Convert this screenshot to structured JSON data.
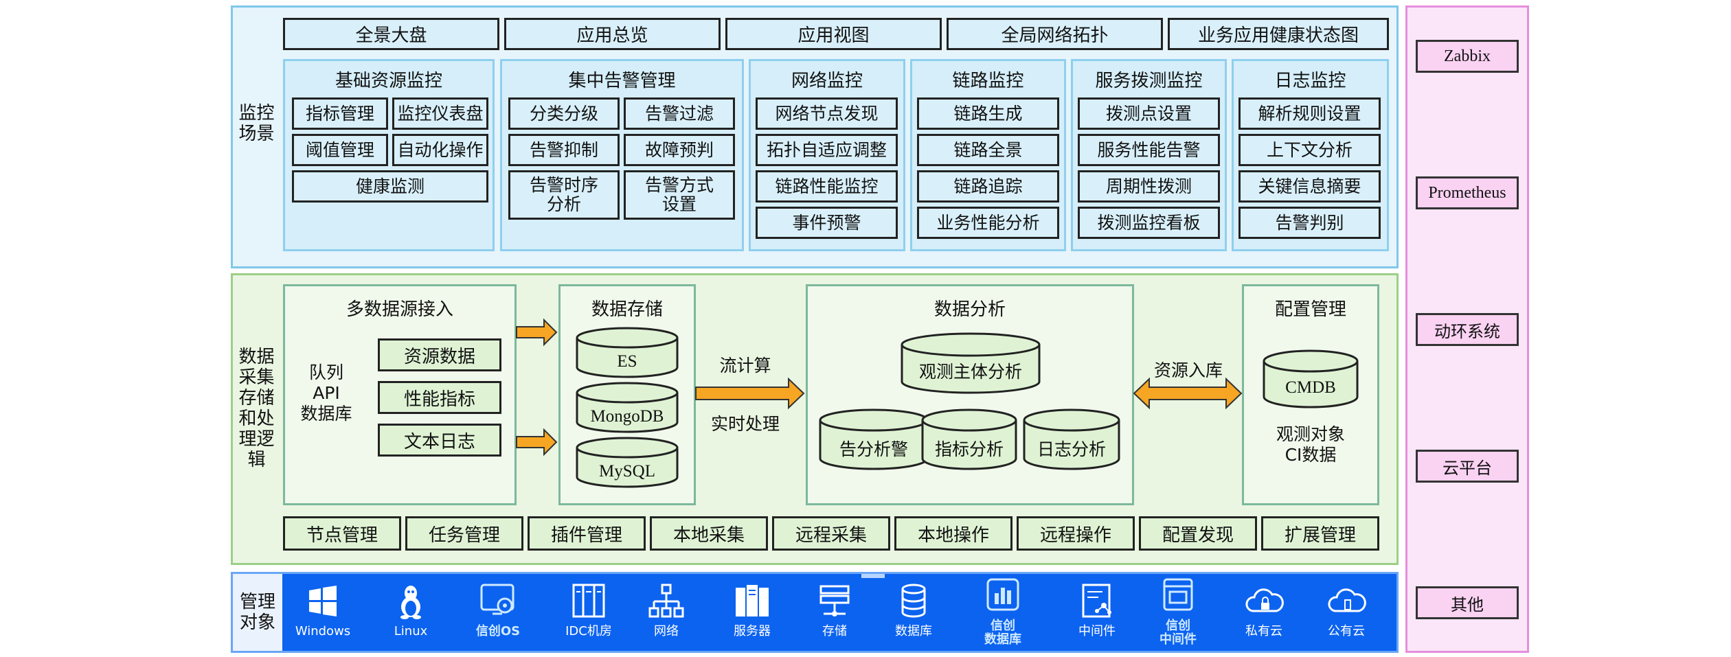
{
  "monitor": {
    "label": "监控\n场景",
    "nav": [
      "全景大盘",
      "应用总览",
      "应用视图",
      "全局网络拓扑",
      "业务应用健康状态图"
    ],
    "groups": [
      {
        "title": "基础资源监控",
        "items": [
          "指标管理",
          "监控仪表盘",
          "阈值管理",
          "自动化操作",
          "健康监测"
        ]
      },
      {
        "title": "集中告警管理",
        "items": [
          "分类分级",
          "告警过滤",
          "告警抑制",
          "故障预判",
          "告警时序\n分析",
          "告警方式\n设置"
        ]
      },
      {
        "title": "网络监控",
        "items": [
          "网络节点发现",
          "拓扑自适应调整",
          "链路性能监控",
          "事件预警"
        ]
      },
      {
        "title": "链路监控",
        "items": [
          "链路生成",
          "链路全景",
          "链路追踪",
          "业务性能分析"
        ]
      },
      {
        "title": "服务拨测监控",
        "items": [
          "拨测点设置",
          "服务性能告警",
          "周期性拨测",
          "拨测监控看板"
        ]
      },
      {
        "title": "日志监控",
        "items": [
          "解析规则设置",
          "上下文分析",
          "关键信息摘要",
          "告警判别"
        ]
      }
    ]
  },
  "data": {
    "label": "数据\n采集\n存储\n和处\n理逻\n辑",
    "ingest": {
      "title": "多数据源接入",
      "sources": "队列\nAPI\n数据库",
      "items": [
        "资源数据",
        "性能指标",
        "文本日志"
      ]
    },
    "storage": {
      "title": "数据存储",
      "dbs": [
        "ES",
        "MongoDB",
        "MySQL"
      ]
    },
    "stream": {
      "top": "流计算",
      "bottom": "实时处理"
    },
    "analysis": {
      "title": "数据分析",
      "main": "观测主体分析",
      "subs": [
        "告分析警",
        "指标分析",
        "日志分析"
      ]
    },
    "resource_in": "资源入库",
    "config": {
      "title": "配置管理",
      "db": "CMDB",
      "desc": "观测对象\nCI数据"
    },
    "bottom": [
      "节点管理",
      "任务管理",
      "插件管理",
      "本地采集",
      "远程采集",
      "本地操作",
      "远程操作",
      "配置发现",
      "扩展管理"
    ]
  },
  "mgmt": {
    "label": "管理\n对象",
    "items": [
      {
        "label": "Windows",
        "icon": "windows-icon",
        "hl": false
      },
      {
        "label": "Linux",
        "icon": "linux-icon",
        "hl": false
      },
      {
        "label": "信创OS",
        "icon": "os-gear-icon",
        "hl": true
      },
      {
        "label": "IDC机房",
        "icon": "server-rack-icon",
        "hl": false
      },
      {
        "label": "网络",
        "icon": "network-icon",
        "hl": false
      },
      {
        "label": "服务器",
        "icon": "server-icon",
        "hl": false
      },
      {
        "label": "存储",
        "icon": "storage-icon",
        "hl": false
      },
      {
        "label": "数据库",
        "icon": "database-icon",
        "hl": false
      },
      {
        "label": "信创\n数据库",
        "icon": "db-chart-icon",
        "hl": true
      },
      {
        "label": "中间件",
        "icon": "middleware-icon",
        "hl": false
      },
      {
        "label": "信创\n中间件",
        "icon": "xc-middleware-icon",
        "hl": true
      },
      {
        "label": "私有云",
        "icon": "private-cloud-icon",
        "hl": false
      },
      {
        "label": "公有云",
        "icon": "public-cloud-icon",
        "hl": false
      }
    ]
  },
  "side": [
    "Zabbix",
    "Prometheus",
    "动环系统",
    "云平台",
    "其他"
  ]
}
